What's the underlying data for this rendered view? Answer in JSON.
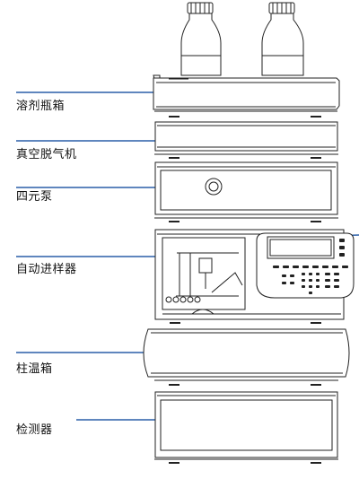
{
  "labels": [
    {
      "id": "solvent-cabinet",
      "text": "溶剂瓶箱"
    },
    {
      "id": "vacuum-degasser",
      "text": "真空脱气机"
    },
    {
      "id": "quaternary-pump",
      "text": "四元泵"
    },
    {
      "id": "autosampler",
      "text": "自动进样器"
    },
    {
      "id": "column-oven",
      "text": "柱温箱"
    },
    {
      "id": "detector",
      "text": "检测器"
    }
  ],
  "colors": {
    "leader_line": "#2a5fa8",
    "outline": "#222222",
    "fill": "#ffffff"
  }
}
